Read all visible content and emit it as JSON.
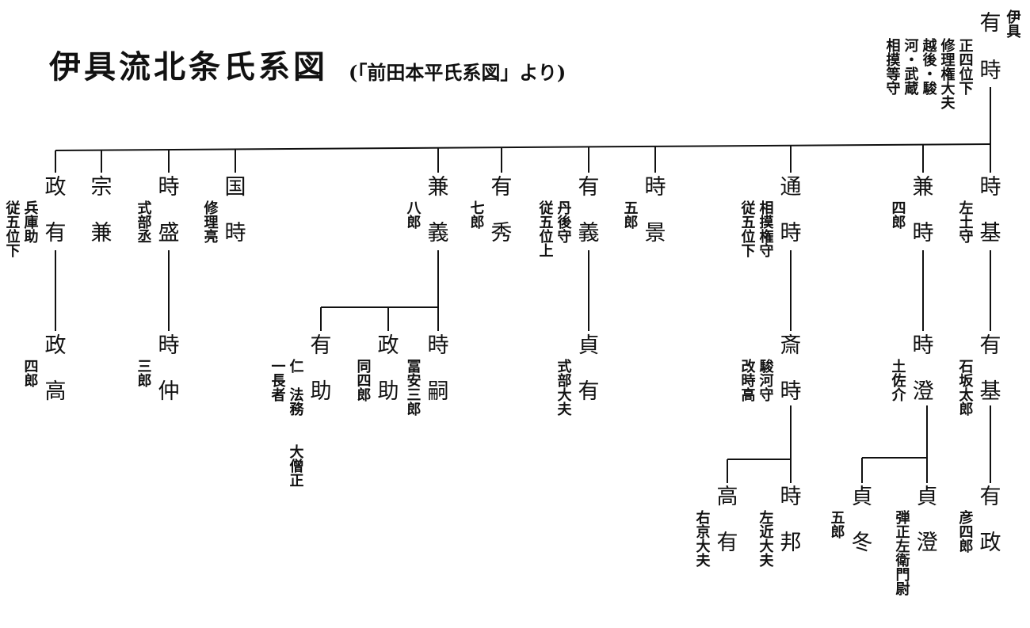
{
  "title": "伊具流北条氏系図",
  "subtitle": "(「前田本平氏系図」より)",
  "nodes": [
    {
      "id": "root",
      "name": [
        "有",
        "時"
      ],
      "annot": [
        "正四位下",
        "修理権大夫",
        "越後・駿",
        "河・武蔵",
        "相摸等守"
      ],
      "house": "伊具"
    },
    {
      "id": "c1",
      "name": [
        "政",
        "有"
      ],
      "annot": [
        "兵庫助",
        "従五位下"
      ]
    },
    {
      "id": "c1a",
      "name": [
        "政",
        "高"
      ],
      "annot": [
        "四郎"
      ]
    },
    {
      "id": "c2",
      "name": [
        "宗",
        "兼"
      ],
      "annot": []
    },
    {
      "id": "c3",
      "name": [
        "時",
        "盛"
      ],
      "annot": [
        "式部丞"
      ]
    },
    {
      "id": "c3a",
      "name": [
        "時",
        "仲"
      ],
      "annot": [
        "三郎"
      ]
    },
    {
      "id": "c4",
      "name": [
        "国",
        "時"
      ],
      "annot": [
        "修理亮"
      ]
    },
    {
      "id": "c5",
      "name": [
        "兼",
        "義"
      ],
      "annot": [
        "八郎"
      ]
    },
    {
      "id": "c5a",
      "name": [
        "有",
        "助"
      ],
      "annot": [
        "仁　法務　　大僧正",
        "一長者"
      ]
    },
    {
      "id": "c5b",
      "name": [
        "政",
        "助"
      ],
      "annot": [
        "同四郎"
      ]
    },
    {
      "id": "c5c",
      "name": [
        "時",
        "嗣"
      ],
      "annot": [
        "冨安三郎"
      ]
    },
    {
      "id": "c6",
      "name": [
        "有",
        "秀"
      ],
      "annot": [
        "七郎"
      ]
    },
    {
      "id": "c7",
      "name": [
        "有",
        "義"
      ],
      "annot": [
        "丹後守",
        "従五位上"
      ]
    },
    {
      "id": "c7a",
      "name": [
        "貞",
        "有"
      ],
      "annot": [
        "式部大夫"
      ]
    },
    {
      "id": "c8",
      "name": [
        "時",
        "景"
      ],
      "annot": [
        "五郎"
      ]
    },
    {
      "id": "c9",
      "name": [
        "通",
        "時"
      ],
      "annot": [
        "相摸権守",
        "従五位下"
      ]
    },
    {
      "id": "c9a",
      "name": [
        "斎",
        "時"
      ],
      "annot": [
        "駿河守",
        "改時高"
      ]
    },
    {
      "id": "c9b",
      "name": [
        "高",
        "有"
      ],
      "annot": [
        "右京大夫"
      ]
    },
    {
      "id": "c9c",
      "name": [
        "時",
        "邦"
      ],
      "annot": [
        "左近大夫"
      ]
    },
    {
      "id": "c10",
      "name": [
        "兼",
        "時"
      ],
      "annot": [
        "四郎"
      ]
    },
    {
      "id": "c10a",
      "name": [
        "時",
        "澄"
      ],
      "annot": [
        "土佐介"
      ]
    },
    {
      "id": "c10b",
      "name": [
        "貞",
        "冬"
      ],
      "annot": [
        "五郎"
      ]
    },
    {
      "id": "c10c",
      "name": [
        "貞",
        "澄"
      ],
      "annot": [
        "弾正左衛門尉"
      ]
    },
    {
      "id": "c11",
      "name": [
        "時",
        "基"
      ],
      "annot": [
        "左土守"
      ]
    },
    {
      "id": "c11a",
      "name": [
        "有",
        "基"
      ],
      "annot": [
        "石坂太郎"
      ]
    },
    {
      "id": "c11b",
      "name": [
        "有",
        "政"
      ],
      "annot": [
        "彦四郎"
      ]
    }
  ]
}
